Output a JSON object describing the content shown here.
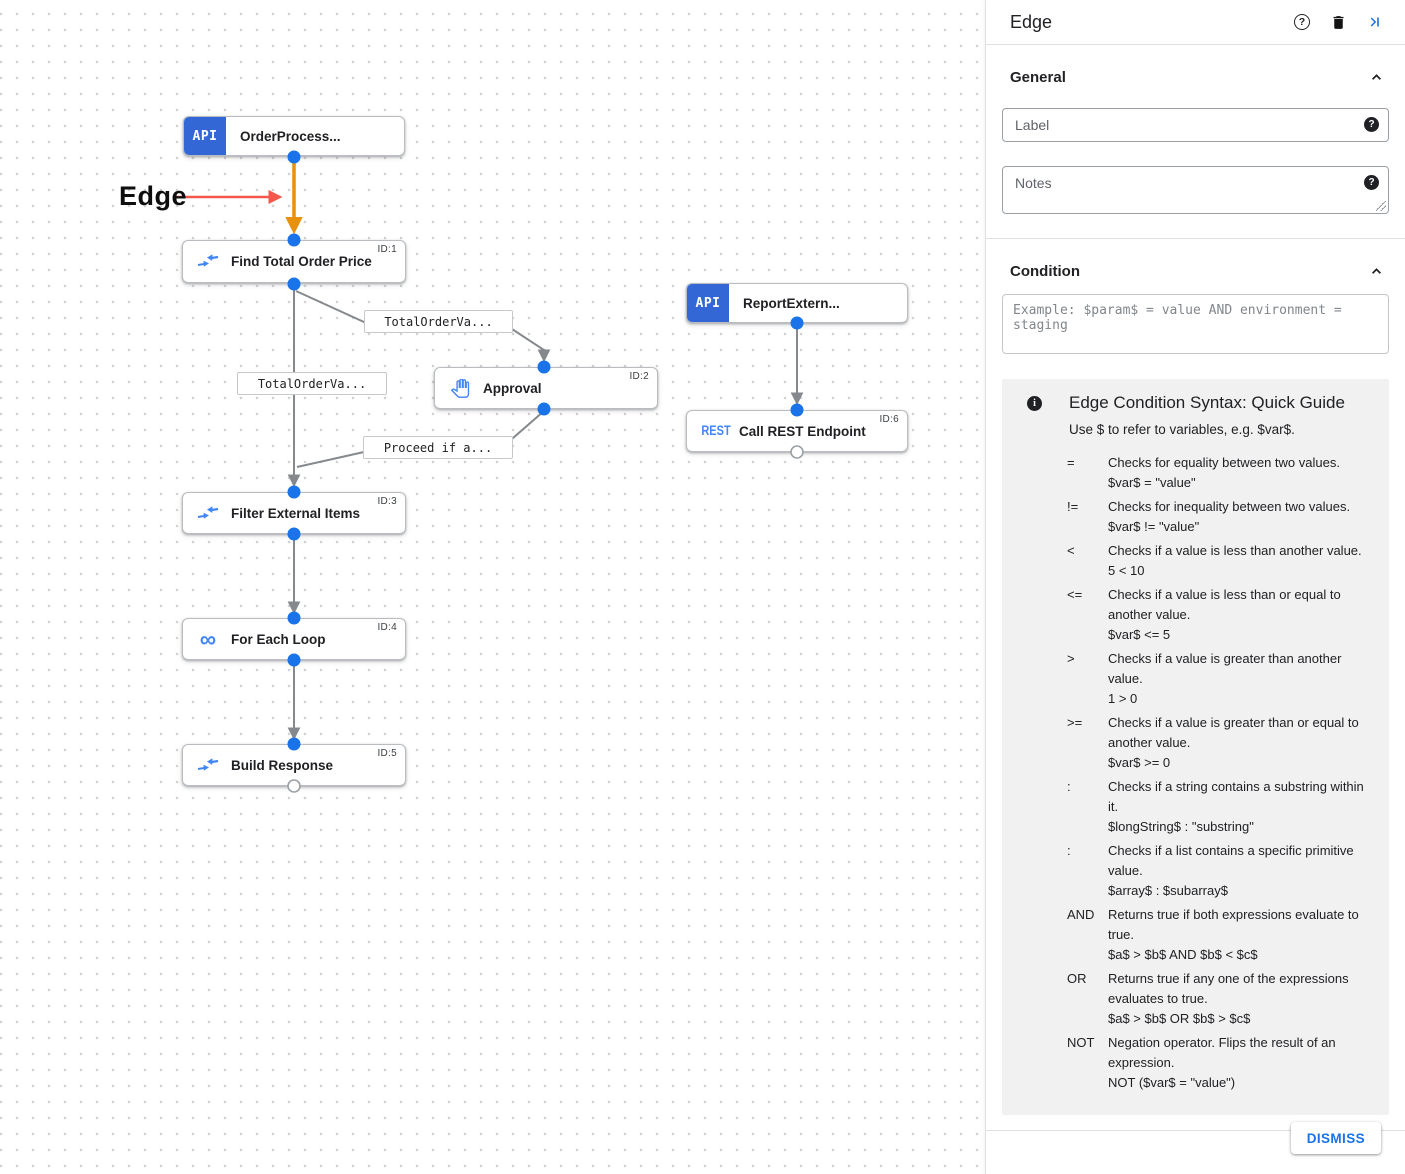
{
  "colors": {
    "accent_blue": "#1a73e8",
    "node_icon_blue": "#4285f4",
    "badge_blue": "#3367d6",
    "edge_orange": "#e8910d",
    "annotation_red": "#f4574b",
    "edge_gray": "#85898d"
  },
  "annotation": {
    "label": "Edge"
  },
  "canvas": {
    "nodes": [
      {
        "badge": "API",
        "label": "OrderProcess..."
      },
      {
        "label": "Find Total Order Price",
        "task_id": "ID:1"
      },
      {
        "label": "Approval",
        "task_id": "ID:2"
      },
      {
        "label": "Filter External Items",
        "task_id": "ID:3"
      },
      {
        "label": "For Each Loop",
        "task_id": "ID:4"
      },
      {
        "label": "Build Response",
        "task_id": "ID:5"
      },
      {
        "badge": "API",
        "label": "ReportExtern..."
      },
      {
        "badge_icon": "REST",
        "label": "Call REST Endpoint",
        "task_id": "ID:6"
      }
    ],
    "edge_labels": [
      {
        "text": "TotalOrderVa..."
      },
      {
        "text": "TotalOrderVa..."
      },
      {
        "text": "Proceed if a..."
      }
    ],
    "icons": {
      "infinity": "∞",
      "rest": "REST"
    }
  },
  "panel": {
    "title": "Edge",
    "general": {
      "heading": "General",
      "label_placeholder": "Label",
      "notes_placeholder": "Notes"
    },
    "condition": {
      "heading": "Condition",
      "placeholder": "Example: $param$ = value AND environment = staging"
    },
    "guide": {
      "title": "Edge Condition Syntax: Quick Guide",
      "subtitle": "Use $ to refer to variables, e.g. $var$.",
      "rows": [
        {
          "op": "=",
          "desc": "Checks for equality between two values.",
          "example": "$var$ = \"value\""
        },
        {
          "op": "!=",
          "desc": "Checks for inequality between two values.",
          "example": "$var$ != \"value\""
        },
        {
          "op": "<",
          "desc": "Checks if a value is less than another value.",
          "example": "5 < 10"
        },
        {
          "op": "<=",
          "desc": "Checks if a value is less than or equal to another value.",
          "example": "$var$ <= 5"
        },
        {
          "op": ">",
          "desc": "Checks if a value is greater than another value.",
          "example": "1 > 0"
        },
        {
          "op": ">=",
          "desc": "Checks if a value is greater than or equal to another value.",
          "example": "$var$ >= 0"
        },
        {
          "op": ":",
          "desc": "Checks if a string contains a substring within it.",
          "example": "$longString$ : \"substring\""
        },
        {
          "op": ":",
          "desc": "Checks if a list contains a specific primitive value.",
          "example": "$array$ : $subarray$"
        },
        {
          "op": "AND",
          "desc": "Returns true if both expressions evaluate to true.",
          "example": "$a$ > $b$ AND $b$ < $c$"
        },
        {
          "op": "OR",
          "desc": "Returns true if any one of the expressions evaluates to true.",
          "example": "$a$ > $b$ OR $b$ > $c$"
        },
        {
          "op": "NOT",
          "desc": "Negation operator. Flips the result of an expression.",
          "example": "NOT ($var$ = \"value\")"
        }
      ]
    },
    "dismiss_label": "DISMISS"
  }
}
